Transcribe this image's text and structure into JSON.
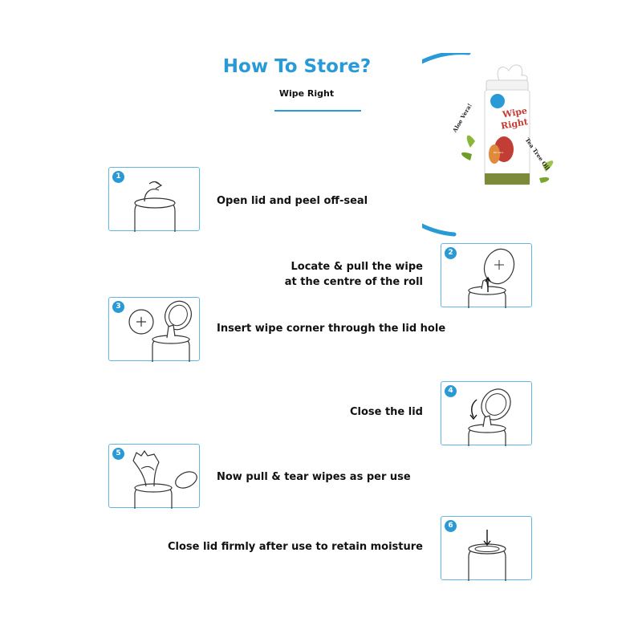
{
  "header": {
    "title": "How To Store?",
    "subtitle": "Wipe Right",
    "accent_color": "#2a9ad6"
  },
  "product": {
    "brand_badge": "Pet Care",
    "name_line1": "Wipe",
    "name_line2": "Right",
    "side_label_left": "Aloe Vera!",
    "side_label_right": "Tea Tree Oil",
    "icon": "wipes-canister-icon"
  },
  "steps": [
    {
      "number": "1",
      "lines": [
        "Open lid and peel off-seal"
      ],
      "icon": "peel-seal-icon"
    },
    {
      "number": "2",
      "lines": [
        "Locate & pull the wipe",
        "at the centre of the roll"
      ],
      "icon": "pull-wipe-icon"
    },
    {
      "number": "3",
      "lines": [
        "Insert wipe corner through the lid hole"
      ],
      "icon": "insert-wipe-icon"
    },
    {
      "number": "4",
      "lines": [
        "Close the lid"
      ],
      "icon": "close-lid-icon"
    },
    {
      "number": "5",
      "lines": [
        "Now pull & tear wipes as per use"
      ],
      "icon": "tear-wipe-icon"
    },
    {
      "number": "6",
      "lines": [
        "Close lid firmly after use to retain moisture"
      ],
      "icon": "press-lid-icon"
    }
  ]
}
